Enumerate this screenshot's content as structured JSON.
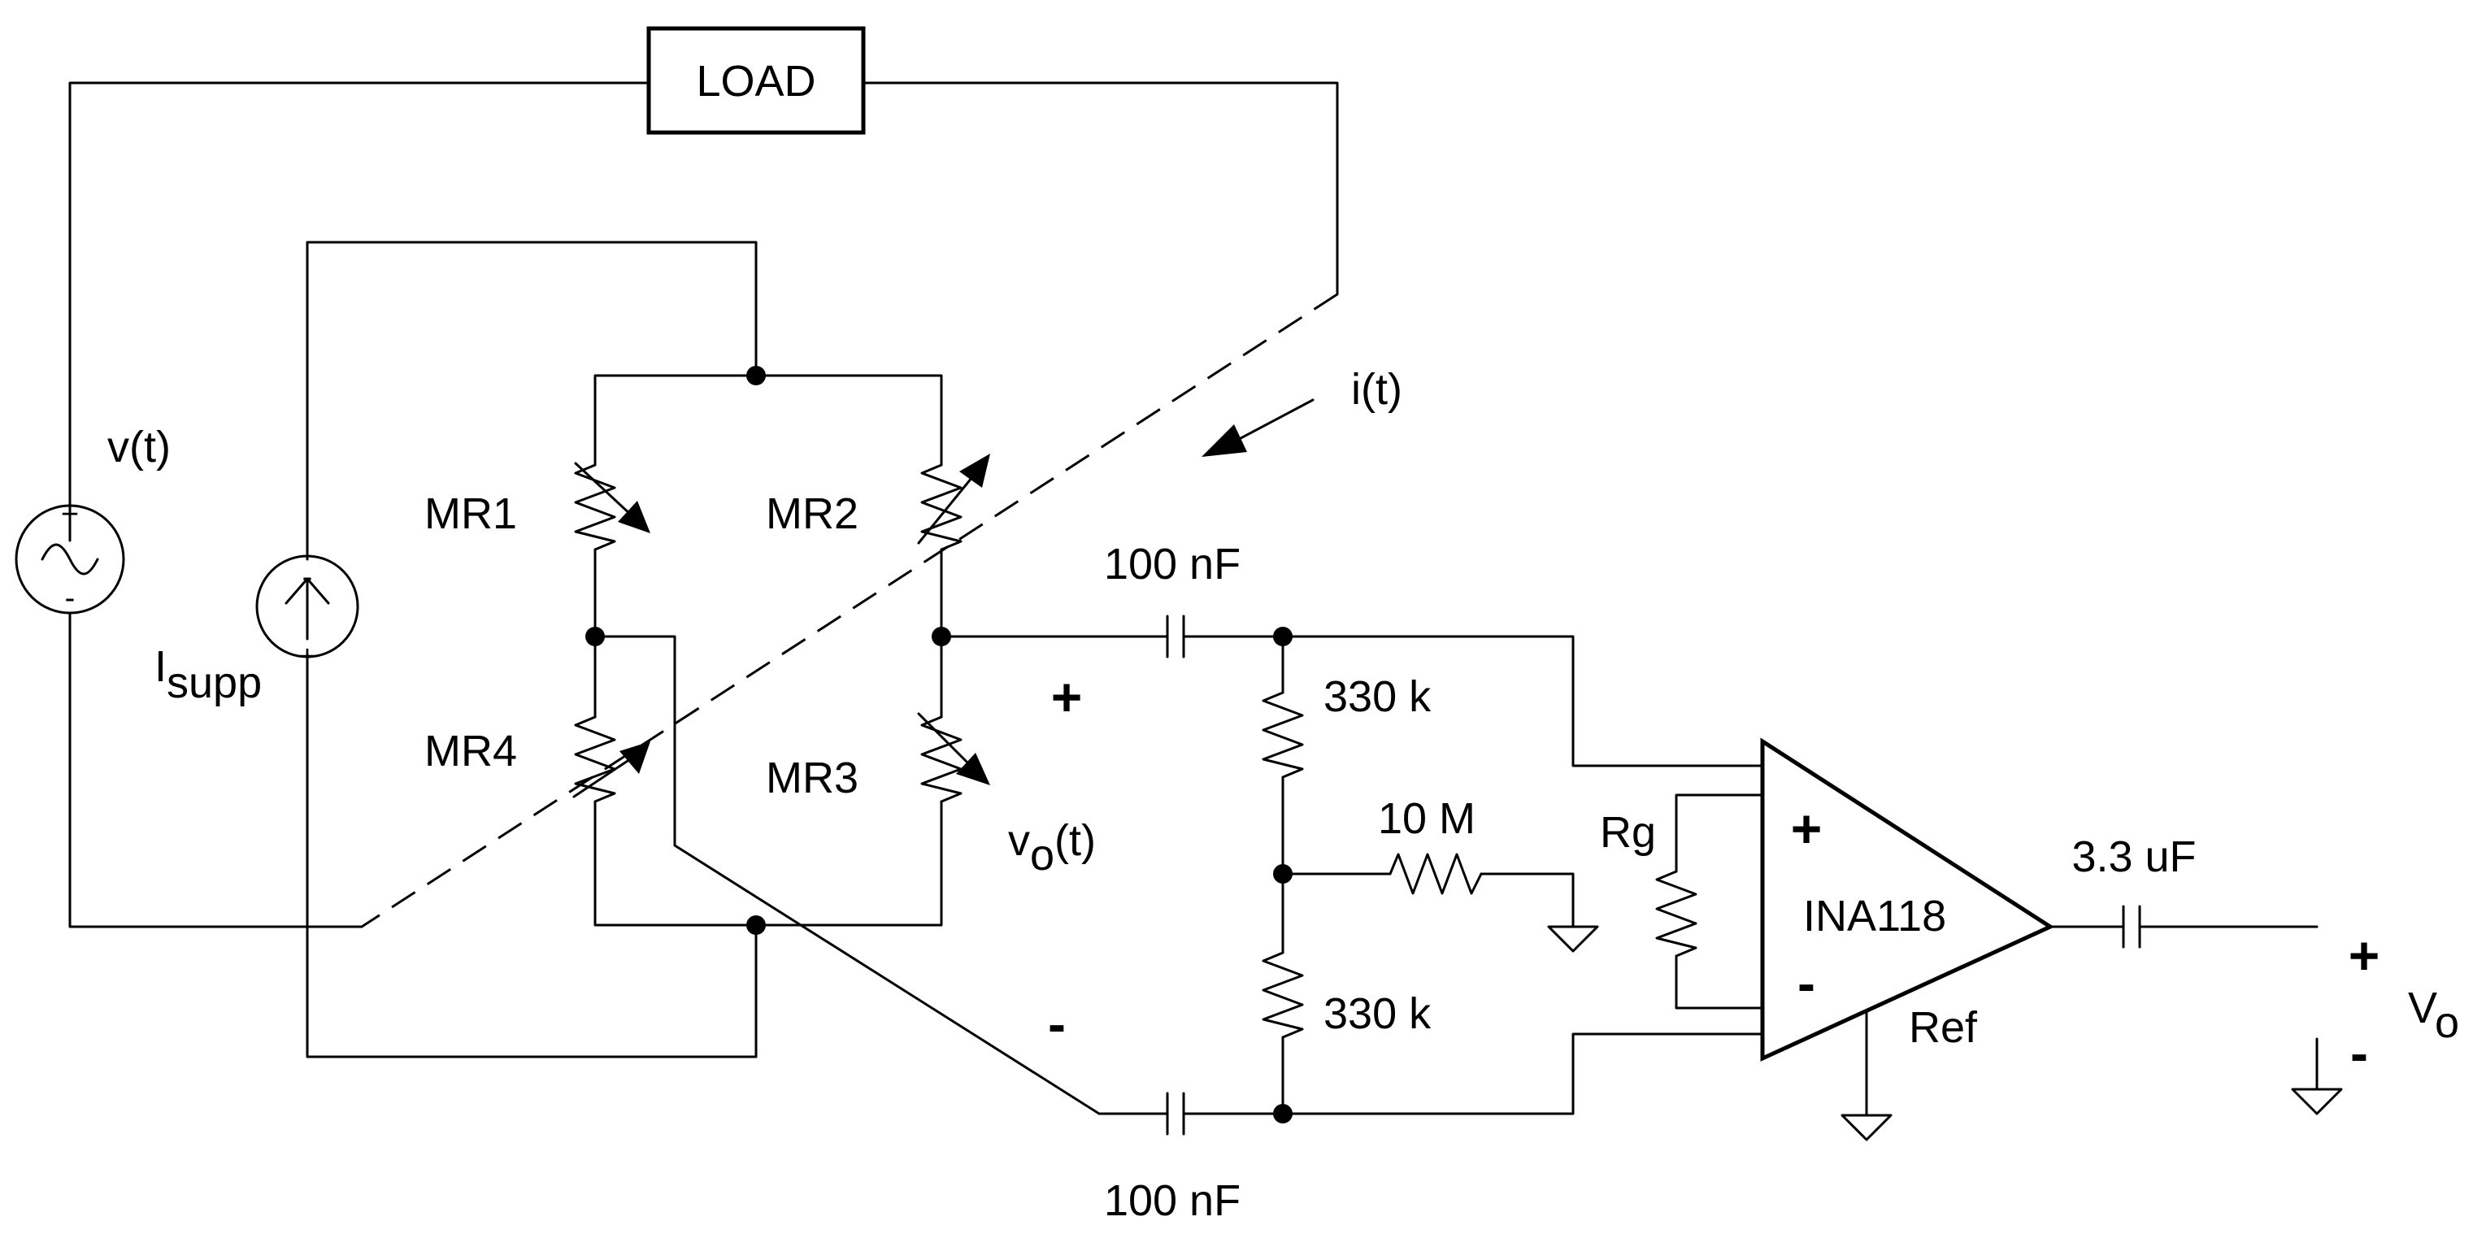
{
  "labels": {
    "load": "LOAD",
    "vt": "v(t)",
    "it": "i(t)",
    "isupp_main": "I",
    "isupp_sub": "supp",
    "mr1": "MR1",
    "mr2": "MR2",
    "mr3": "MR3",
    "mr4": "MR4",
    "vo_main": "v",
    "vo_sub": "o",
    "vo_tail": "(t)",
    "cap_top": "100 nF",
    "cap_bottom": "100 nF",
    "r_top": "330 k",
    "r_bottom": "330 k",
    "r_mid": "10 M",
    "rg": "Rg",
    "opamp": "INA118",
    "ref": "Ref",
    "cap_out": "3.3 uF",
    "out_main": "V",
    "out_sub": "o",
    "plus": "+",
    "minus": "-"
  }
}
